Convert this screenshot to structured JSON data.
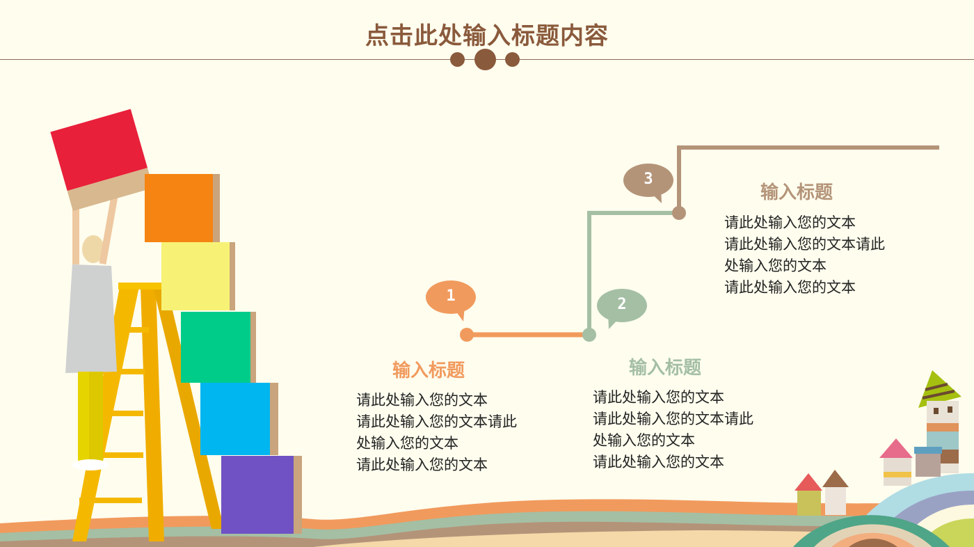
{
  "header": {
    "title": "点击此处输入标题内容"
  },
  "colors": {
    "background": "#fefdee",
    "title": "#8a5a3c",
    "step1": "#f19a5d",
    "step2": "#a4bfa4",
    "step3": "#b49479",
    "body_text": "#222222"
  },
  "steps": [
    {
      "number": "1",
      "title": "输入标题",
      "lines": [
        "请此处输入您的文本",
        "请此处输入您的文本请此",
        "处输入您的文本",
        "请此处输入您的文本"
      ]
    },
    {
      "number": "2",
      "title": "输入标题",
      "lines": [
        "请此处输入您的文本",
        "请此处输入您的文本请此",
        "处输入您的文本",
        "请此处输入您的文本"
      ]
    },
    {
      "number": "3",
      "title": "输入标题",
      "lines": [
        "请此处输入您的文本",
        "请此处输入您的文本请此",
        "处输入您的文本",
        "请此处输入您的文本"
      ]
    }
  ]
}
